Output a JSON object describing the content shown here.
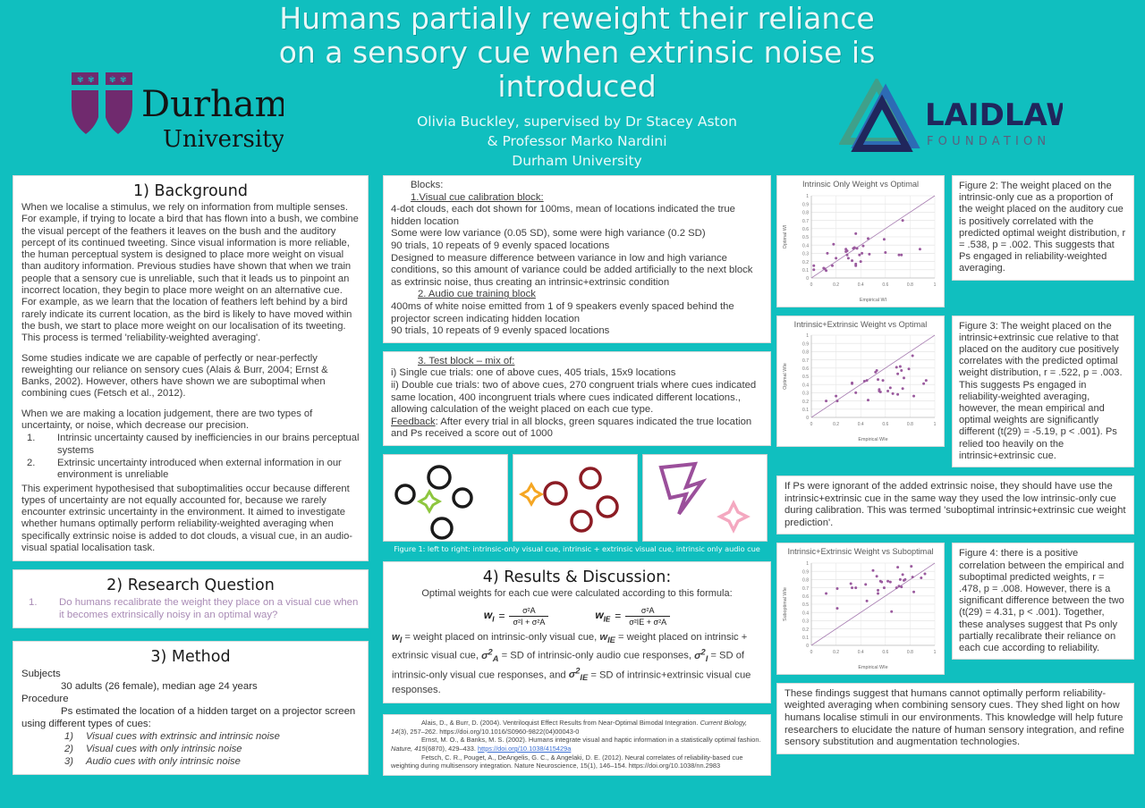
{
  "header": {
    "title": "Humans partially reweight their reliance on a sensory cue when extrinsic noise is introduced",
    "author_line_1": "Olivia Buckley, supervised by Dr Stacey Aston",
    "author_line_2": "& Professor Marko Nardini",
    "author_line_3": "Durham University",
    "durham_logo_text_1": "Durham",
    "durham_logo_text_2": "University",
    "laidlaw_logo_text_1": "LAIDLAW",
    "laidlaw_logo_text_2": "F O U N D A T I O N"
  },
  "colors": {
    "background": "#10bfbf",
    "card": "#ffffff",
    "accent_purple": "#9d4f8f",
    "point": "#9a5a9e",
    "durham_purple": "#702a6e",
    "laidlaw_navy": "#20265c",
    "laidlaw_green": "#3fa08a",
    "laidlaw_blue": "#2d6bb5"
  },
  "background_section": {
    "heading": "1) Background",
    "paragraph_1": "When we localise a stimulus, we rely on information from multiple senses. For example, if trying to locate a bird that has flown into a bush, we combine the visual percept of the feathers it leaves on the bush and the auditory percept of its continued tweeting. Since visual information is more reliable, the human perceptual system is designed to place more weight on visual than auditory information. Previous studies have shown that when we train people that a sensory cue is unreliable, such that it leads us to pinpoint an incorrect location, they begin to place more weight on an alternative cue. For example, as we learn that the location of feathers left behind by a bird rarely indicate its current location, as the bird is likely to have moved within the bush, we start to place more weight on our localisation of its tweeting. This process is termed 'reliability-weighted averaging'.",
    "paragraph_2": "Some studies indicate we are capable of perfectly or near-perfectly reweighting our reliance on sensory cues (Alais & Burr, 2004; Ernst & Banks, 2002). However, others have shown we are suboptimal when combining cues (Fetsch et al., 2012).",
    "paragraph_3": "When we are making a location judgement, there are two types of uncertainty, or noise, which decrease our precision.",
    "uncertainty_list": [
      {
        "marker": "1.",
        "text": "Intrinsic uncertainty caused by inefficiencies in our brains perceptual systems"
      },
      {
        "marker": "2.",
        "text": "Extrinsic uncertainty introduced when external information in our environment is unreliable"
      }
    ],
    "paragraph_4": "This experiment hypothesised that suboptimalities occur because different types of uncertainty are not equally accounted for, because we rarely encounter extrinsic uncertainty in the environment. It aimed to investigate whether humans optimally perform reliability-weighted averaging when specifically extrinsic noise is added to dot clouds, a visual cue, in an audio-visual spatial localisation task."
  },
  "research_question": {
    "heading": "2) Research Question",
    "items": [
      {
        "marker": "1.",
        "text": "Do humans recalibrate the weight they place on a visual cue when it becomes extrinsically noisy in an optimal way?"
      }
    ]
  },
  "method": {
    "heading": "3) Method",
    "subjects_label": "Subjects",
    "subjects_text": "30 adults (26 female), median age 24 years",
    "procedure_label": "Procedure",
    "procedure_text": "Ps estimated the location of a hidden target on a projector screen using different types of cues:",
    "cue_types": [
      {
        "marker": "1)",
        "text": "Visual cues with extrinsic and intrinsic noise"
      },
      {
        "marker": "2)",
        "text": "Visual cues with only intrinsic noise"
      },
      {
        "marker": "3)",
        "text": "Audio cues with only intrinsic noise"
      }
    ]
  },
  "blocks": {
    "heading": "Blocks:",
    "block1_title": "1.Visual cue calibration block:",
    "block1_lines": [
      "4-dot clouds, each dot shown for 100ms, mean of locations indicated the true hidden location",
      "Some were low variance (0.05 SD), some were high variance (0.2 SD)",
      "90 trials, 10 repeats of 9 evenly spaced locations",
      "Designed to measure difference between variance in low and high variance conditions, so this amount of variance could be added artificially to the next block as extrinsic noise, thus creating an intrinsic+extrinsic condition"
    ],
    "block2_title": "2. Audio cue training block",
    "block2_lines": [
      "400ms of white noise emitted from 1 of 9 speakers evenly spaced behind the projector screen indicating hidden location",
      "90 trials, 10 repeats of 9 evenly spaced locations"
    ],
    "block3_title": "3. Test block – mix of:",
    "block3_lines": [
      "i) Single cue trials: one of above cues, 405 trials, 15x9 locations",
      "ii) Double cue trials: two of above cues, 270 congruent trials where cues indicated same location, 400 incongruent trials where cues indicated different locations., allowing calculation of the weight placed on each cue type."
    ],
    "feedback_label": "Feedback",
    "feedback_text": ": After every trial in all blocks, green squares indicated the true location and Ps received a score out of 1000"
  },
  "figure1": {
    "caption": "Figure 1: left to right: intrinsic-only visual cue, intrinsic + extrinsic visual cue, intrinsic only audio cue",
    "panels": [
      {
        "name": "intrinsic-only-visual-cue",
        "circle_color": "#1a1a1a",
        "star_color": "#8ec63f"
      },
      {
        "name": "intrinsic-plus-extrinsic-visual-cue",
        "circle_color": "#8c1c24",
        "star_color": "#f5a623"
      },
      {
        "name": "intrinsic-only-audio-cue",
        "bolt_color": "#9b4f9b",
        "star_color": "#f4a8c0"
      }
    ]
  },
  "results": {
    "heading": "4) Results & Discussion:",
    "intro": "Optimal weights for each cue were calculated according to this formula:",
    "formula_1": {
      "lhs": "w",
      "lhs_sub": "I",
      "num": "σ²A",
      "den": "σ²I + σ²A"
    },
    "formula_2": {
      "lhs": "w",
      "lhs_sub": "IE",
      "num": "σ²A",
      "den": "σ²IE + σ²A"
    },
    "legend": "= weight placed on intrinsic-only visual cue, = weight placed on intrinsic + extrinsic visual cue, = SD of intrinsic-only audio cue responses, = SD of intrinsic-only visual cue responses, and = SD of intrinsic+extrinsic visual cue responses."
  },
  "references": {
    "items": [
      "Alais, D., & Burr, D. (2004). Ventriloquist Effect Results from Near-Optimal Bimodal Integration. Current Biology, 14(3), 257–262. https://doi.org/10.1016/S0960-9822(04)00043-0",
      "Ernst, M. O., & Banks, M. S. (2002). Humans integrate visual and haptic information in a statistically optimal fashion. Nature, 415(6870), 429–433. https://doi.org/10.1038/415429a",
      "Fetsch, C. R., Pouget, A., DeAngelis, G. C., & Angelaki, D. E. (2012). Neural correlates of reliability-based cue weighting during multisensory integration. Nature Neuroscience, 15(1), 146–154. https://doi.org/10.1038/nn.2983"
    ]
  },
  "captions": {
    "figure2": "Figure 2: The weight placed on the intrinsic-only cue as a proportion of the weight placed on the auditory cue is positively correlated with the predicted optimal weight distribution, r = .538, p = .002. This suggests that Ps engaged in reliability-weighted averaging.",
    "figure3": "Figure 3: The weight placed on the intrinsic+extrinsic cue relative to that placed on the auditory cue positively correlates with the predicted optimal weight distribution, r = .522, p = .003. This suggests Ps engaged in reliability-weighted averaging, however, the mean empirical and optimal weights are significantly different (t(29) = -5.19, p < .001). Ps relied too heavily on the intrinsic+extrinsic cue.",
    "suboptimal_note": "If Ps were ignorant of the added extrinsic noise, they should have use the intrinsic+extrinsic cue in the same way they used the low intrinsic-only cue during calibration. This was termed 'suboptimal intrinsic+extrinsic cue weight prediction'.",
    "figure4": "Figure 4: there is a positive correlation between the empirical and suboptimal predicted weights, r = .478, p = .008. However, there is a significant difference between the two (t(29) = 4.31, p < .001). Together, these analyses suggest that Ps only partially recalibrate their reliance on each cue according to reliability.",
    "conclusion": "These findings suggest that humans cannot optimally perform reliability-weighted averaging when combining sensory cues. They shed light on how humans localise stimuli in our environments. This knowledge will help future researchers to elucidate the nature of human sensory integration, and refine sensory substitution and augmentation technologies."
  },
  "chart_data": [
    {
      "type": "scatter",
      "name": "figure2",
      "title": "Intrinsic Only Weight vs Optimal",
      "xlabel": "Empirical WI",
      "ylabel": "Optimal WI",
      "xlim": [
        0,
        1
      ],
      "ylim": [
        0,
        1
      ],
      "xticks": [
        0,
        0.2,
        0.4,
        0.6,
        0.8,
        1
      ],
      "yticks": [
        0,
        0.1,
        0.2,
        0.3,
        0.4,
        0.5,
        0.6,
        0.7,
        0.8,
        0.9,
        1
      ],
      "grid": true,
      "identity_line": true,
      "point_color": "#9a5a9e",
      "points": [
        [
          0.02,
          0.15
        ],
        [
          0.02,
          0.1
        ],
        [
          0.1,
          0.12
        ],
        [
          0.11,
          0.11
        ],
        [
          0.12,
          0.09
        ],
        [
          0.13,
          0.3
        ],
        [
          0.17,
          0.15
        ],
        [
          0.18,
          0.41
        ],
        [
          0.2,
          0.24
        ],
        [
          0.28,
          0.35
        ],
        [
          0.28,
          0.32
        ],
        [
          0.29,
          0.33
        ],
        [
          0.29,
          0.28
        ],
        [
          0.3,
          0.24
        ],
        [
          0.33,
          0.21
        ],
        [
          0.34,
          0.36
        ],
        [
          0.35,
          0.37
        ],
        [
          0.36,
          0.54
        ],
        [
          0.36,
          0.15
        ],
        [
          0.36,
          0.17
        ],
        [
          0.37,
          0.36
        ],
        [
          0.39,
          0.28
        ],
        [
          0.4,
          0.2
        ],
        [
          0.41,
          0.3
        ],
        [
          0.42,
          0.39
        ],
        [
          0.46,
          0.48
        ],
        [
          0.47,
          0.29
        ],
        [
          0.59,
          0.47
        ],
        [
          0.6,
          0.31
        ],
        [
          0.71,
          0.28
        ],
        [
          0.73,
          0.28
        ],
        [
          0.74,
          0.7
        ],
        [
          0.88,
          0.35
        ]
      ]
    },
    {
      "type": "scatter",
      "name": "figure3",
      "title": "Intrinsic+Extrinsic Weight vs Optimal",
      "xlabel": "Empirical WIe",
      "ylabel": "Optimal WIe",
      "xlim": [
        0,
        1
      ],
      "ylim": [
        0,
        1
      ],
      "xticks": [
        0,
        0.2,
        0.4,
        0.6,
        0.8,
        1
      ],
      "yticks": [
        0,
        0.1,
        0.2,
        0.3,
        0.4,
        0.5,
        0.6,
        0.7,
        0.8,
        0.9,
        1
      ],
      "grid": true,
      "identity_line": true,
      "point_color": "#9a5a9e",
      "points": [
        [
          0.12,
          0.2
        ],
        [
          0.2,
          0.26
        ],
        [
          0.21,
          0.2
        ],
        [
          0.33,
          0.42
        ],
        [
          0.33,
          0.41
        ],
        [
          0.36,
          0.3
        ],
        [
          0.43,
          0.44
        ],
        [
          0.45,
          0.45
        ],
        [
          0.46,
          0.21
        ],
        [
          0.52,
          0.55
        ],
        [
          0.53,
          0.57
        ],
        [
          0.54,
          0.46
        ],
        [
          0.55,
          0.34
        ],
        [
          0.55,
          0.32
        ],
        [
          0.56,
          0.31
        ],
        [
          0.58,
          0.45
        ],
        [
          0.62,
          0.32
        ],
        [
          0.64,
          0.36
        ],
        [
          0.66,
          0.29
        ],
        [
          0.69,
          0.61
        ],
        [
          0.7,
          0.53
        ],
        [
          0.7,
          0.28
        ],
        [
          0.72,
          0.62
        ],
        [
          0.73,
          0.57
        ],
        [
          0.74,
          0.35
        ],
        [
          0.75,
          0.48
        ],
        [
          0.79,
          0.59
        ],
        [
          0.82,
          0.75
        ],
        [
          0.83,
          0.26
        ],
        [
          0.91,
          0.41
        ],
        [
          0.93,
          0.45
        ]
      ]
    },
    {
      "type": "scatter",
      "name": "figure4",
      "title": "Intrinsic+Extrinsic Weight vs Suboptimal",
      "xlabel": "Empirical WIe",
      "ylabel": "Suboptimal WIe",
      "xlim": [
        0,
        1
      ],
      "ylim": [
        0,
        1
      ],
      "xticks": [
        0,
        0.2,
        0.4,
        0.6,
        0.8,
        1
      ],
      "yticks": [
        0,
        0.1,
        0.2,
        0.3,
        0.4,
        0.5,
        0.6,
        0.7,
        0.8,
        0.9,
        1
      ],
      "grid": true,
      "identity_line": true,
      "point_color": "#9a5a9e",
      "points": [
        [
          0.12,
          0.63
        ],
        [
          0.21,
          0.69
        ],
        [
          0.21,
          0.45
        ],
        [
          0.32,
          0.75
        ],
        [
          0.33,
          0.7
        ],
        [
          0.36,
          0.7
        ],
        [
          0.44,
          0.74
        ],
        [
          0.45,
          0.54
        ],
        [
          0.5,
          0.91
        ],
        [
          0.53,
          0.84
        ],
        [
          0.54,
          0.67
        ],
        [
          0.54,
          0.63
        ],
        [
          0.56,
          0.78
        ],
        [
          0.57,
          0.77
        ],
        [
          0.59,
          0.7
        ],
        [
          0.62,
          0.78
        ],
        [
          0.64,
          0.77
        ],
        [
          0.65,
          0.41
        ],
        [
          0.69,
          0.7
        ],
        [
          0.7,
          0.95
        ],
        [
          0.71,
          0.72
        ],
        [
          0.72,
          0.8
        ],
        [
          0.73,
          0.71
        ],
        [
          0.74,
          0.86
        ],
        [
          0.75,
          0.79
        ],
        [
          0.76,
          0.8
        ],
        [
          0.81,
          0.96
        ],
        [
          0.82,
          0.83
        ],
        [
          0.83,
          0.65
        ],
        [
          0.89,
          0.82
        ],
        [
          0.92,
          0.87
        ]
      ]
    }
  ]
}
